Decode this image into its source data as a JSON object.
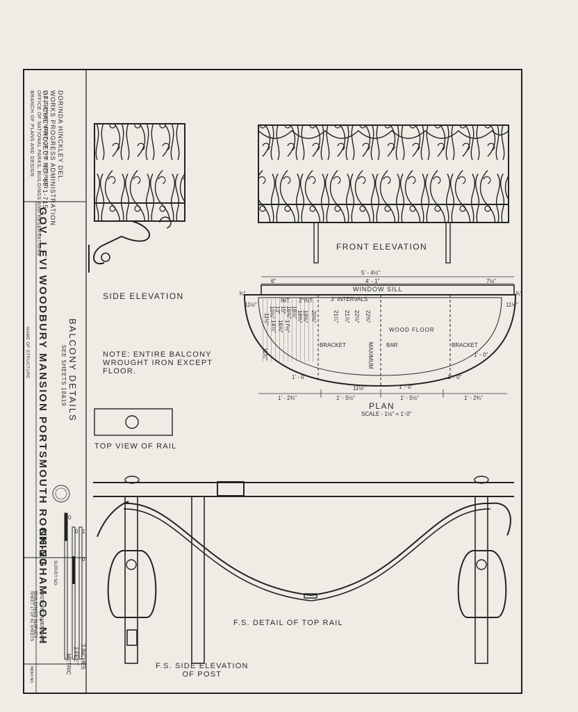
{
  "title_block": {
    "credits": [
      "DORINDA HINCKLEY DEL.",
      "WORKS PROGRESS ADMINISTRATION",
      "OFFICIAL PROJECT NO. 65-1-715"
    ],
    "agency": [
      "U.S. DEPARTMENT OF THE INTERIOR",
      "OFFICE OF NATIONAL PARKS, BUILDINGS AND RESERVATIONS",
      "BRANCH OF PLANS AND DESIGN"
    ],
    "structure_name": "GOV. LEVI WOODBURY MANSION  PORTSMOUTH  ROCKINGHAM CO. NH",
    "structure_caption": "NAME OF STRUCTURE",
    "survey_no": "NH-20",
    "survey_caption": "SURVEY NO.",
    "survey_name": [
      "HISTORIC AMERICAN",
      "BUILDINGS SURVEY"
    ],
    "sheet_info": "SHEET 17 OF 61 SHEETS",
    "index": "INDEX NO.",
    "sheet_title": "BALCONY DETAILS",
    "see_sheets": "SEE SHEETS 18&19"
  },
  "views": {
    "side_elevation": "SIDE ELEVATION",
    "front_elevation": "FRONT ELEVATION",
    "plan": "PLAN",
    "plan_scale": "SCALE - 1½\" = 1'-0\"",
    "note": [
      "NOTE: ENTIRE BALCONY",
      "WROUGHT IRON EXCEPT",
      "FLOOR."
    ],
    "top_view_rail": "TOP VIEW OF RAIL",
    "detail_top_rail": "F.S. DETAIL OF TOP RAIL",
    "side_elev_post": [
      "F.S. SIDE ELEVATION",
      "OF POST"
    ]
  },
  "plan_labels": {
    "window_sill": "WINDOW SILL",
    "wood_floor": "WOOD FLOOR",
    "bracket_left": "BRACKET",
    "bracket_right": "BRACKET",
    "bar": "BAR",
    "maximum": "MAXIMUM",
    "intervals": "3\" INTERVALS",
    "int_1": "INT.",
    "int_2": "2\"INT.",
    "dim_overall": "5' - 4½\"",
    "dim_inner": "4' - 1\"",
    "dim_left_top": "6\"",
    "dim_right_top": "7½\"",
    "dim_left_side": "¾\"",
    "dim_right_side": "¾\"",
    "dim_left_11": "11½\"",
    "dim_right_11": "11½\"",
    "dim_11_3_4": "11¾\"",
    "dim_1_0_left": "1' - 0\"",
    "dim_11_bottom": "11½\"",
    "dim_1_0_mid": "1' - 0\"",
    "dim_1_0_right": "1' - 0\"",
    "dim_1_0_far": "1' - 0\"",
    "bottom_dims": [
      "1' - 2¾\"",
      "1' - 5½\"",
      "1' - 5½\"",
      "1' - 2¾\""
    ],
    "rib_dims": [
      "10⅛\"",
      "13\"",
      "15\"",
      "16⅜\"",
      "18⅛\"",
      "11½\"",
      "14⅛\"",
      "16⅝\"",
      "17½\"",
      "18⅝\"",
      "19⅜\"",
      "20⅝\"",
      "21¼\"",
      "21⅞\"",
      "22⅛\"",
      "22⅜\""
    ]
  },
  "scale_bar": {
    "imperial_label": "3 INCHES",
    "feet_label": "2 FEET",
    "metric_label": "METRIC",
    "ticks": [
      "1",
      "0",
      "0",
      "0"
    ]
  }
}
